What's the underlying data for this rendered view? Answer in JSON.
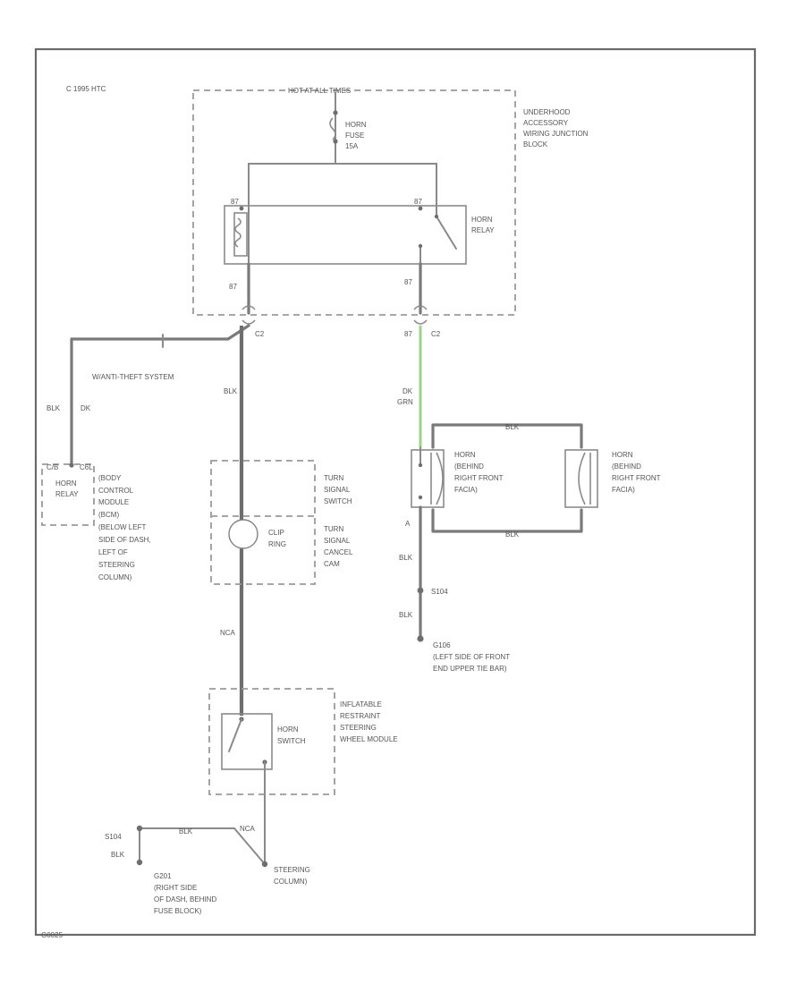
{
  "corner_note": "C 1995 HTC",
  "figure_id": "G0025",
  "fuse_block": {
    "feed_label": "HOT AT ALL TIMES",
    "label_lines": [
      "UNDERHOOD",
      "ACCESSORY",
      "WIRING JUNCTION",
      "BLOCK"
    ],
    "fuse_lines": [
      "HORN",
      "FUSE",
      "15A"
    ],
    "relay_label_lines": [
      "HORN",
      "RELAY"
    ],
    "pin_left": "87",
    "pin_right": "87",
    "pin_left_bottom": "87",
    "pin_right_bottom": "87"
  },
  "connectors": {
    "c2_left": "C2",
    "c2_right": "C2",
    "pin_right_c2": "87"
  },
  "anti_theft": {
    "label": "W/ANTI-THEFT SYSTEM",
    "wire_blk": "BLK",
    "wire_dk": "DK"
  },
  "wires": {
    "blk_main": "BLK",
    "dk_grn_top": "DK",
    "dk_grn_bottom": "GRN",
    "horns_top": "BLK",
    "horns_bottom": "BLK",
    "horn_ground_1": "BLK",
    "horn_ground_2": "BLK",
    "horn_pin": "A",
    "splice": "S104",
    "to_switch": "NCA",
    "ground_splice_wire": "BLK",
    "switch_out": "NCA",
    "ground_splice": "S104",
    "ground_wire": "BLK"
  },
  "bcm": {
    "relay_label_lines": [
      "HORN",
      "RELAY"
    ],
    "pin_a": "C/B",
    "pin_b": "C6L",
    "label_lines": [
      "(BODY",
      "CONTROL",
      "MODULE",
      "(BCM)",
      "(BELOW LEFT",
      "SIDE OF DASH,",
      "LEFT OF",
      "STEERING",
      "COLUMN)"
    ]
  },
  "turn_signal": {
    "upper_lines": [
      "TURN",
      "SIGNAL",
      "SWITCH"
    ],
    "lower_lines": [
      "TURN",
      "SIGNAL",
      "CANCEL",
      "CAM"
    ],
    "clip_ring_lines": [
      "CLIP",
      "RING"
    ]
  },
  "horns": {
    "left_lines": [
      "HORN",
      "(BEHIND",
      "RIGHT FRONT",
      "FACIA)"
    ],
    "right_lines": [
      "HORN",
      "(BEHIND",
      "RIGHT FRONT",
      "FACIA)"
    ]
  },
  "ground_right_lines": [
    "G106",
    "(LEFT SIDE OF FRONT",
    "END UPPER TIE BAR)"
  ],
  "airbag_module": {
    "label_lines": [
      "INFLATABLE",
      "RESTRAINT",
      "STEERING",
      "WHEEL MODULE"
    ],
    "switch_lines": [
      "HORN",
      "SWITCH"
    ]
  },
  "ground_left_lines": [
    "G201",
    "(RIGHT SIDE",
    "OF DASH, BEHIND",
    "FUSE BLOCK)"
  ],
  "steering_column_lines": [
    "STEERING",
    "COLUMN)"
  ]
}
